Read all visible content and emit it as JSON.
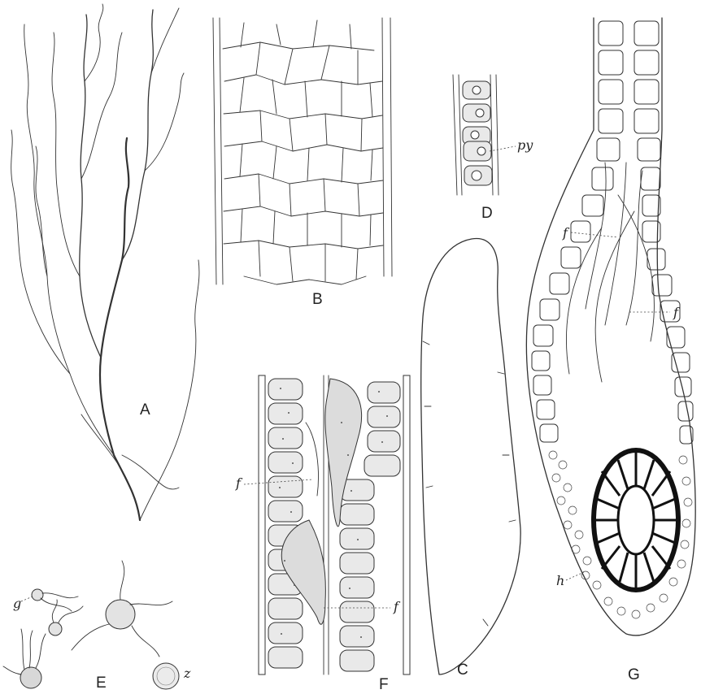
{
  "figure_labels": {
    "A": "A",
    "B": "B",
    "C": "C",
    "D": "D",
    "E": "E",
    "F": "F",
    "G": "G"
  },
  "annotations": {
    "py": "py",
    "f": "f",
    "g": "g",
    "h": "h",
    "z": "z"
  }
}
